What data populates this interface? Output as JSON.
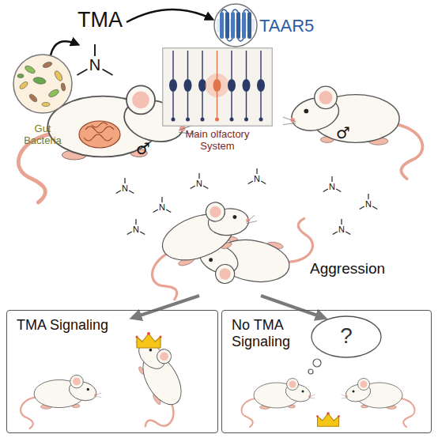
{
  "diagram": {
    "nodes": [
      {
        "text": [
          "Gut Bacteria"
        ]
      },
      {
        "text": [
          "TAAR5"
        ]
      },
      {
        "text": [
          "Main olfactory System"
        ]
      },
      {
        "text": [
          "TMA Signaling"
        ]
      },
      {
        "text": [
          "No TMA Signaling"
        ]
      },
      {
        "text": [
          "?"
        ],
        "in": 4
      }
    ],
    "labels": [
      "TMA",
      "N",
      "♂",
      "♂",
      "N",
      "N",
      "N",
      "N",
      "N",
      "N",
      "N",
      "N",
      "Aggression"
    ]
  }
}
